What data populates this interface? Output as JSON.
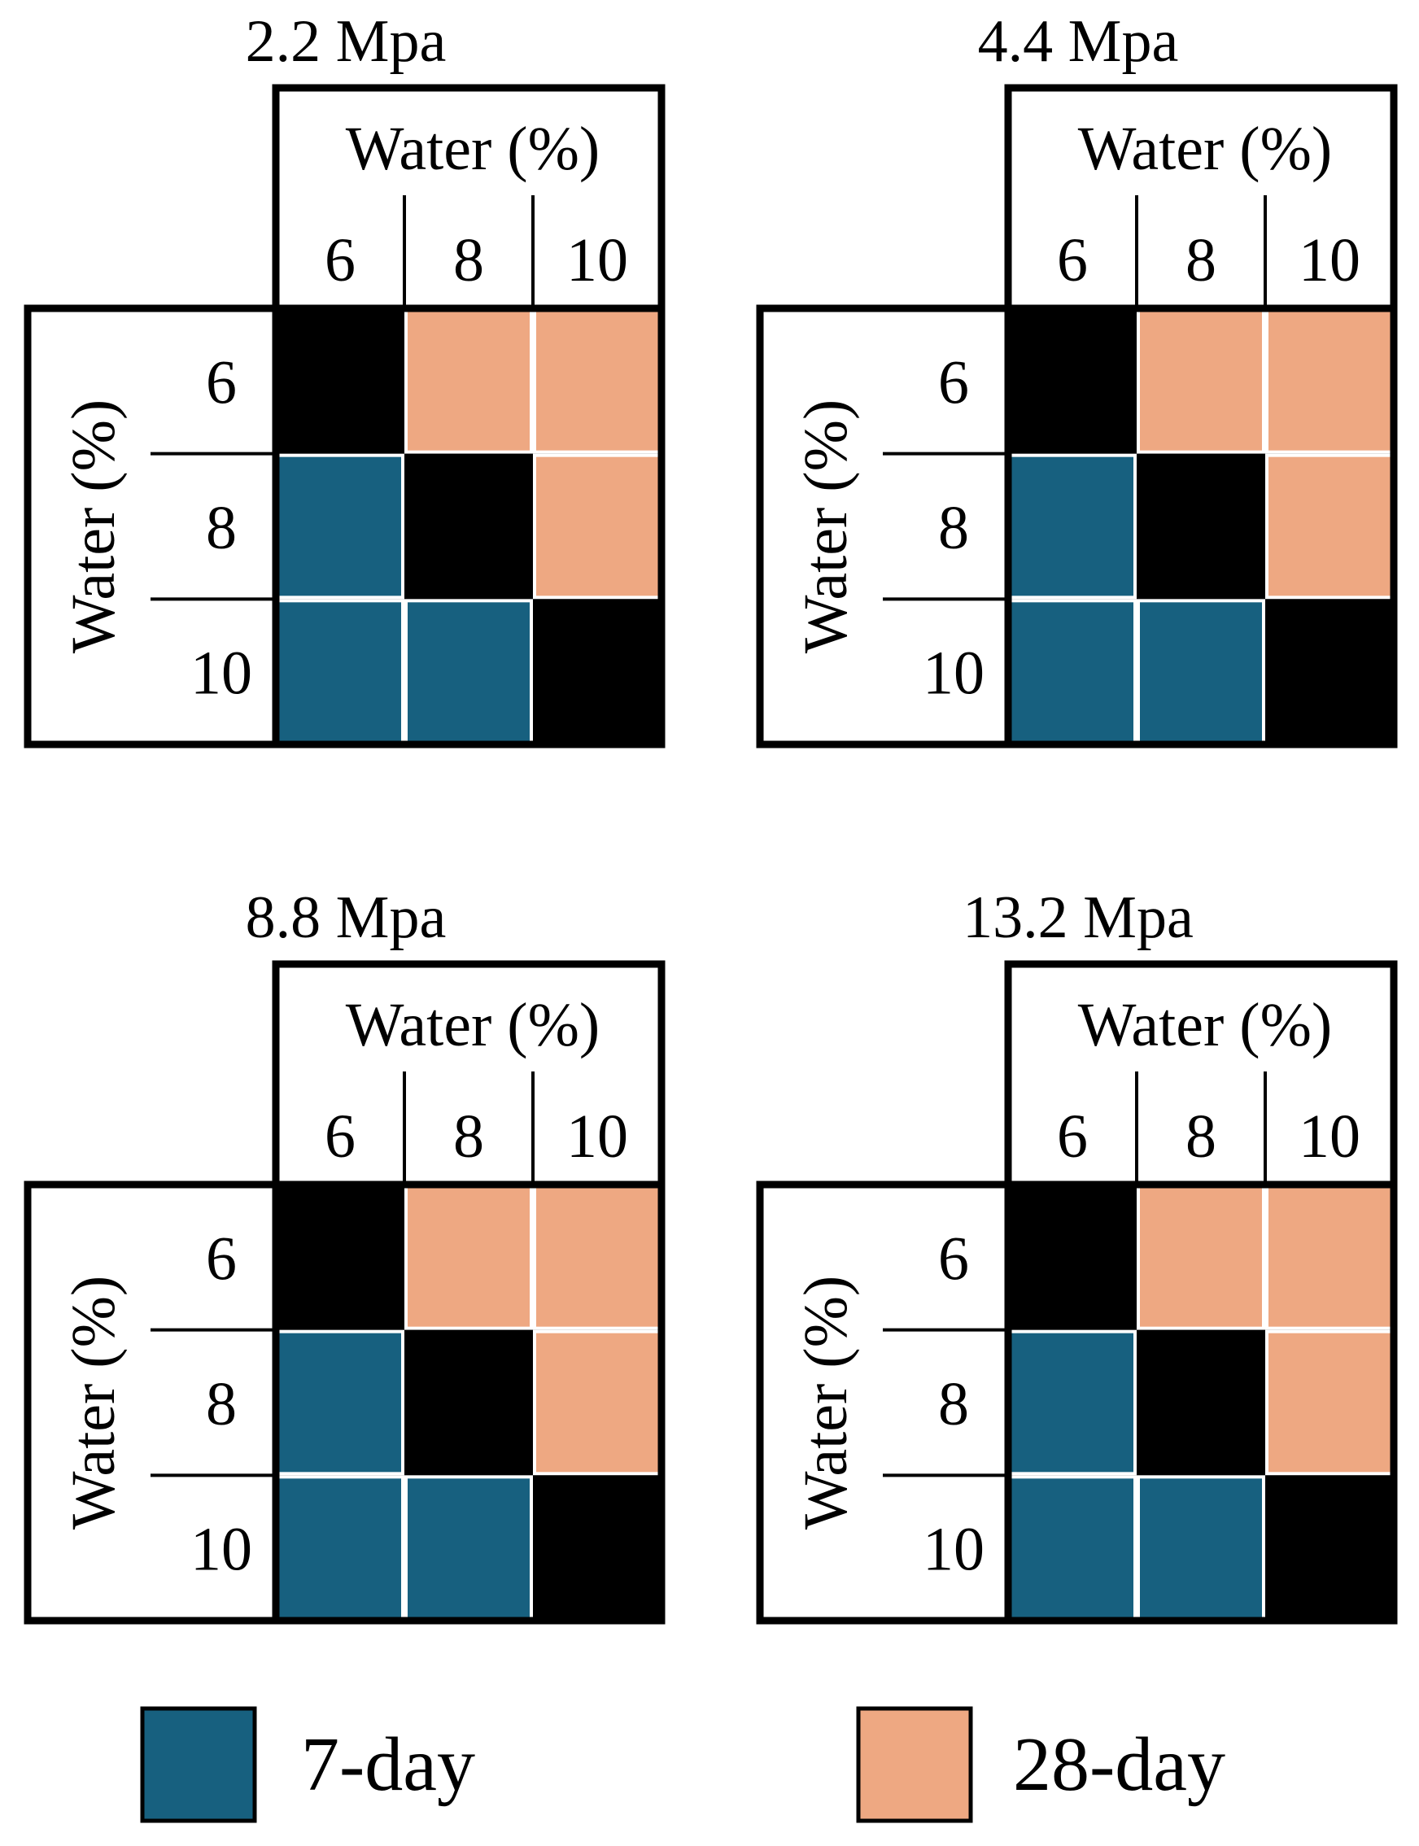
{
  "chart_data": {
    "type": "heatmap",
    "colors": {
      "7-day": "#17607f",
      "28-day": "#eea882",
      "diagonal": "#000000",
      "background": "#ffffff",
      "line": "#000000"
    },
    "legend": {
      "placement": "bottom",
      "items": [
        {
          "key": "7-day",
          "label": "7-day"
        },
        {
          "key": "28-day",
          "label": "28-day"
        }
      ]
    },
    "panels": [
      {
        "title": "2.2 Mpa",
        "col_axis_label": "Water (%)",
        "row_axis_label": "Water (%)",
        "col_labels": [
          "6",
          "8",
          "10"
        ],
        "row_labels": [
          "6",
          "8",
          "10"
        ],
        "cells": [
          [
            "diagonal",
            "28-day",
            "28-day"
          ],
          [
            "7-day",
            "diagonal",
            "28-day"
          ],
          [
            "7-day",
            "7-day",
            "diagonal"
          ]
        ]
      },
      {
        "title": "4.4 Mpa",
        "col_axis_label": "Water (%)",
        "row_axis_label": "Water (%)",
        "col_labels": [
          "6",
          "8",
          "10"
        ],
        "row_labels": [
          "6",
          "8",
          "10"
        ],
        "cells": [
          [
            "diagonal",
            "28-day",
            "28-day"
          ],
          [
            "7-day",
            "diagonal",
            "28-day"
          ],
          [
            "7-day",
            "7-day",
            "diagonal"
          ]
        ]
      },
      {
        "title": "8.8 Mpa",
        "col_axis_label": "Water (%)",
        "row_axis_label": "Water (%)",
        "col_labels": [
          "6",
          "8",
          "10"
        ],
        "row_labels": [
          "6",
          "8",
          "10"
        ],
        "cells": [
          [
            "diagonal",
            "28-day",
            "28-day"
          ],
          [
            "7-day",
            "diagonal",
            "28-day"
          ],
          [
            "7-day",
            "7-day",
            "diagonal"
          ]
        ]
      },
      {
        "title": "13.2 Mpa",
        "col_axis_label": "Water (%)",
        "row_axis_label": "Water (%)",
        "col_labels": [
          "6",
          "8",
          "10"
        ],
        "row_labels": [
          "6",
          "8",
          "10"
        ],
        "cells": [
          [
            "diagonal",
            "28-day",
            "28-day"
          ],
          [
            "7-day",
            "diagonal",
            "28-day"
          ],
          [
            "7-day",
            "7-day",
            "diagonal"
          ]
        ]
      }
    ]
  }
}
